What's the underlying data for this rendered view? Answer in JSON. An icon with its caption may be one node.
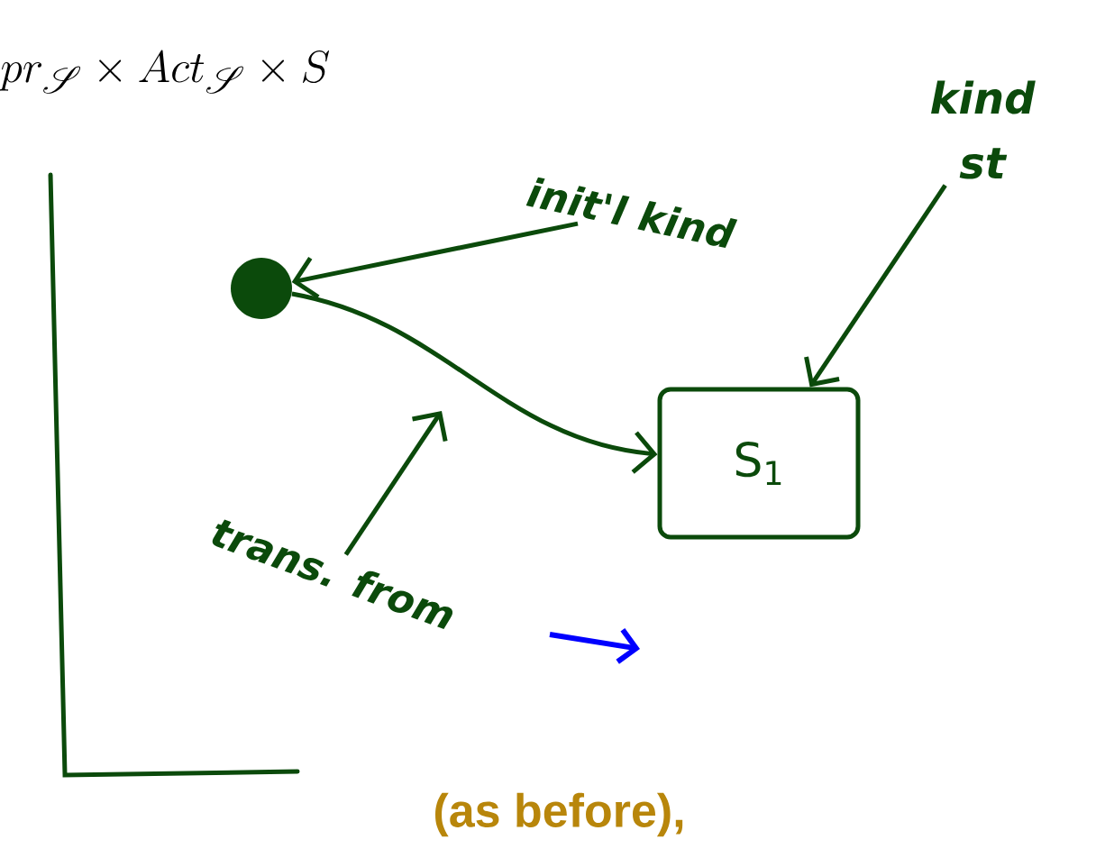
{
  "diagram": {
    "nodes": [
      {
        "text": [
          "init'l kind"
        ]
      },
      {
        "text": [],
        "shape": "circle"
      },
      {
        "text": [
          "S$_{1}$"
        ]
      },
      {
        "text": [
          "kind st"
        ]
      },
      {
        "text": [
          "trans. from"
        ]
      }
    ],
    "edges": [
      {
        "from": 0,
        "to": 1,
        "arrow": "to"
      },
      {
        "from": 1,
        "to": 2,
        "arrow": "to"
      },
      {
        "from": 3,
        "to": 2,
        "arrow": "to"
      },
      {
        "from": 4,
        "to": null,
        "arrow": "to"
      }
    ],
    "labels": [
      "pr_{\\mathscr{S}} \\times Act_{\\mathscr{S}} \\times S",
      "(as before),"
    ]
  }
}
